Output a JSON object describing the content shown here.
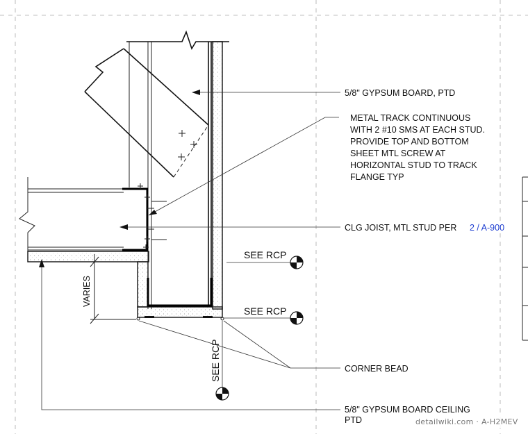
{
  "notes": {
    "gypsum_wall": "5/8\" GYPSUM BOARD, PTD",
    "metal_track": [
      "METAL TRACK CONTINUOUS",
      "WITH 2 #10 SMS AT EACH STUD.",
      "PROVIDE TOP AND BOTTOM",
      "SHEET MTL SCREW AT",
      "HORIZONTAL STUD TO TRACK",
      "FLANGE TYP"
    ],
    "clg_joist": "CLG JOIST, MTL STUD PER",
    "clg_joist_ref": "2 / A-900",
    "see_rcp": "SEE RCP",
    "corner_bead": "CORNER BEAD",
    "gypsum_ceiling_line1": "5/8\" GYPSUM BOARD CEILING",
    "gypsum_ceiling_line2": "PTD"
  },
  "dimension": {
    "varies": "VARIES"
  },
  "watermark": "detailwiki.com · A-H2MEV",
  "colors": {
    "line": "#111111",
    "reference_link": "#1f3fd1",
    "watermark": "#777777"
  }
}
